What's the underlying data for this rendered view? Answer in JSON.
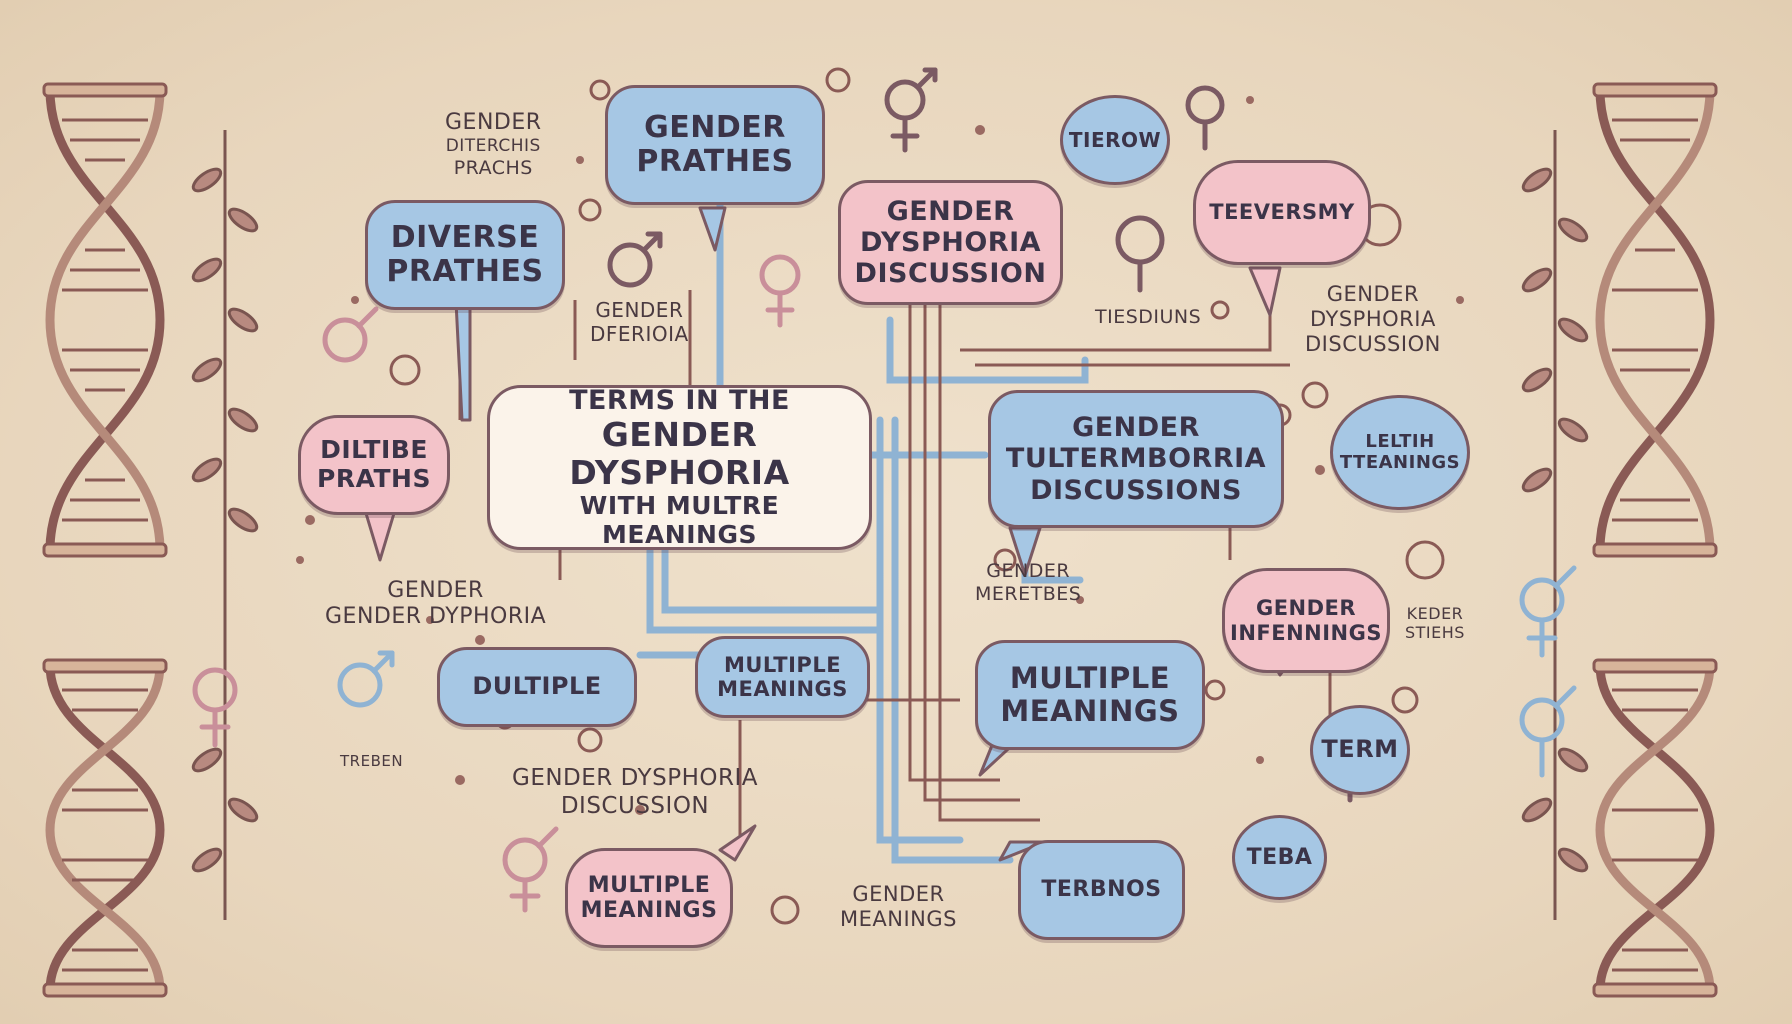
{
  "center": {
    "lines": [
      "TERMS IN THE",
      "GENDER DYSPHORIA",
      "WITH MULTRE MEANINGS"
    ]
  },
  "bubbles": {
    "gender_prathes": "GENDER PRATHES",
    "diverse_prathes": "DIVERSE PRATHES",
    "dysphoria_discussion": "GENDER DYSPHORIA DISCUSSION",
    "tierow": "TIEROW",
    "teeversmy": "TEEVERSMY",
    "diltibe_praths": "DILTIBE PRATHS",
    "tulter": "GENDER TULTERMBORRIA DISCUSSIONS",
    "leltih": "LELTIH TTEANINGS",
    "gender_infenings": "GENDER INFENNINGS",
    "dultiple": "DULTIPLE",
    "multiple_small": "MULTIPLE MEANINGS",
    "multiple_right": "MULTIPLE MEANINGS",
    "term": "TERM",
    "multiple_bottom": "MULTIPLE MEANINGS",
    "teba": "TEBA",
    "terbnos": "TERBNOS"
  },
  "labels": {
    "top_left": [
      "GENDER",
      "DITERCHIS",
      "PRACHS"
    ],
    "gender_dferoia": [
      "GENDER",
      "DFERIOIA"
    ],
    "tiesdiuns": "TIESDIUNS",
    "right_discussion": [
      "GENDER",
      "DYSPHORIA",
      "DISCUSSION"
    ],
    "left_dysphoria": [
      "GENDER",
      "GENDER DYPHORIA"
    ],
    "gender_merebes": [
      "GENDER",
      "MERETBES"
    ],
    "keder_stiehs": [
      "KEDER",
      "STIEHS"
    ],
    "trebsn": "TREBEN",
    "bottom_discussion": [
      "GENDER DYSPHORIA",
      "DISCUSSION"
    ],
    "gender_meanings": [
      "GENDER",
      "MEANINGS"
    ]
  },
  "colors": {
    "background": "#ead9c1",
    "blue": "#a6c7e4",
    "pink": "#f3c3c9",
    "cream": "#fbf3ea",
    "outline": "#7b5a63",
    "text": "#3b3448"
  }
}
